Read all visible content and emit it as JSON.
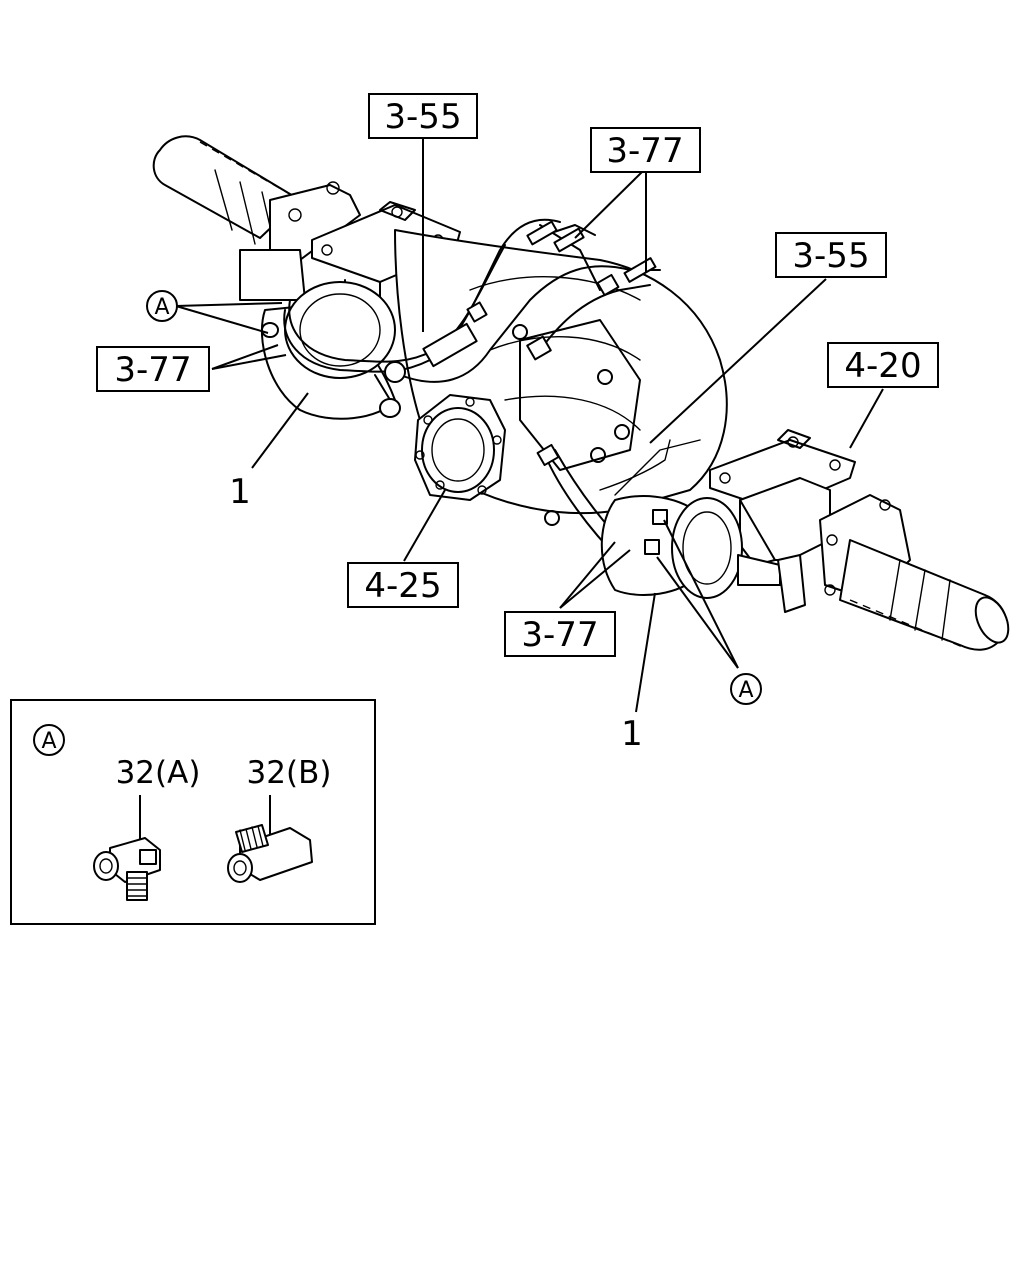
{
  "callouts": {
    "ref_355_top": "3-55",
    "ref_377_top": "3-77",
    "ref_355_right": "3-55",
    "ref_420": "4-20",
    "ref_377_left": "3-77",
    "ref_425": "4-25",
    "ref_377_bottom": "3-77",
    "part_1_left": "1",
    "part_1_bottom": "1",
    "detail_a_left": "A",
    "detail_a_bottom": "A"
  },
  "detail_panel": {
    "marker": "A",
    "part_32a": "32(A)",
    "part_32b": "32(B)"
  }
}
